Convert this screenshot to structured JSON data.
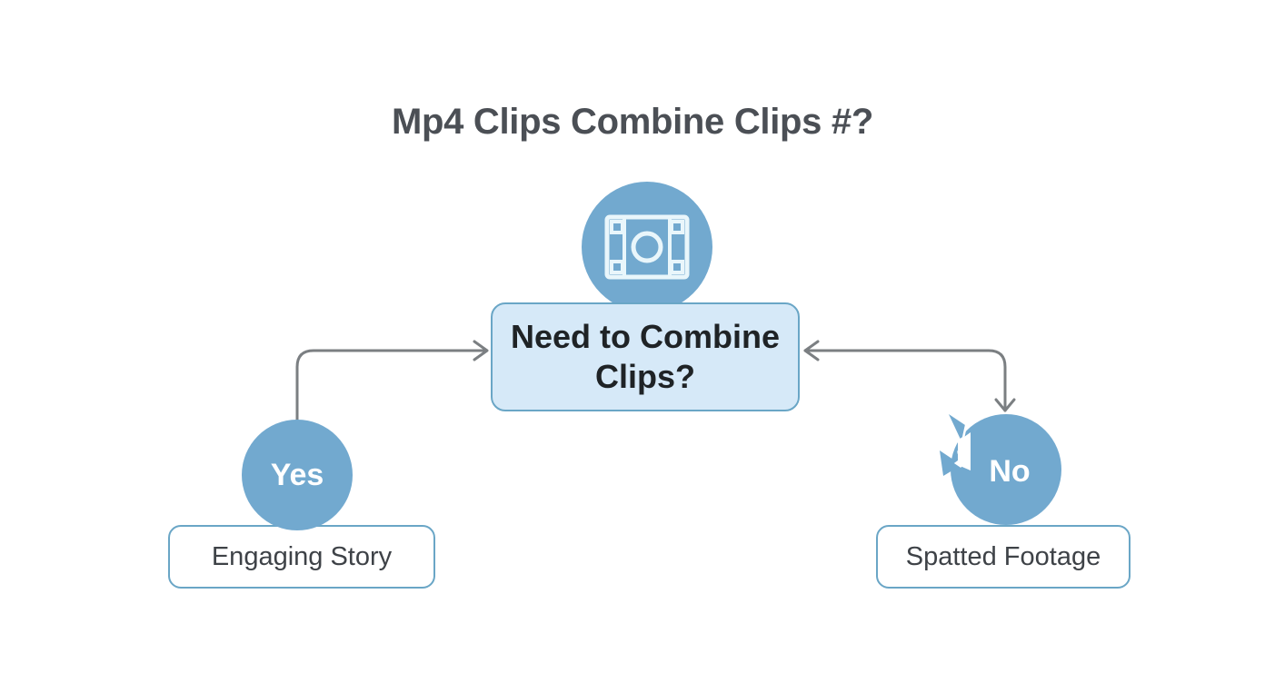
{
  "title": "Mp4 Clips Combine Clips #?",
  "decision": {
    "icon": "film-frame-icon",
    "question": "Need to Combine Clips?"
  },
  "branches": [
    {
      "answer": "Yes",
      "outcome": "Engaging Story",
      "arrow": "points-to-question"
    },
    {
      "answer": "No",
      "outcome": "Spatted Footage",
      "arrow": "bidirectional",
      "decoration": "shattered-edge"
    }
  ],
  "colors": {
    "node_fill": "#72a9cf",
    "question_fill": "#d6e9f8",
    "border": "#6aa6c6",
    "connector": "#7b7f82",
    "title_text": "#4b4f55"
  }
}
